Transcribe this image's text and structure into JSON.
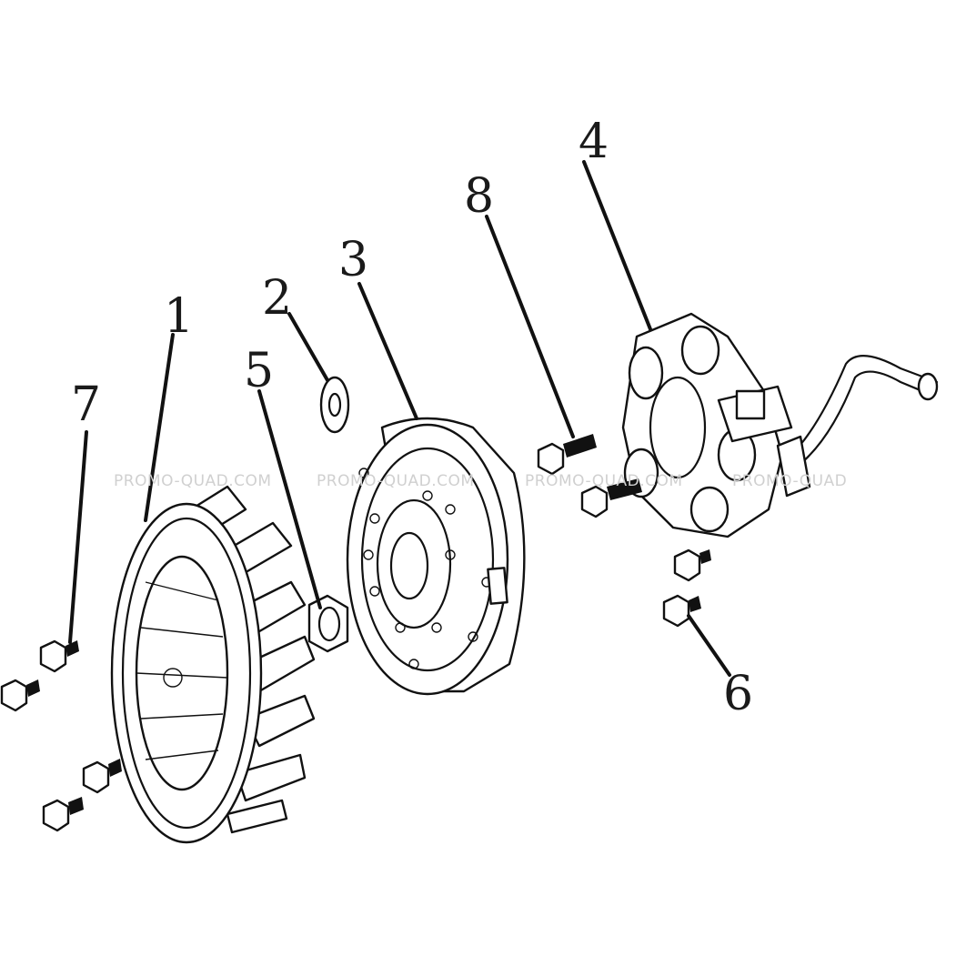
{
  "callouts": [
    {
      "id": "c1",
      "label": "1"
    },
    {
      "id": "c2",
      "label": "2"
    },
    {
      "id": "c3",
      "label": "3"
    },
    {
      "id": "c4",
      "label": "4"
    },
    {
      "id": "c5",
      "label": "5"
    },
    {
      "id": "c6",
      "label": "6"
    },
    {
      "id": "c7",
      "label": "7"
    },
    {
      "id": "c8",
      "label": "8"
    }
  ],
  "watermarks": [
    "PROMO-QUAD.COM",
    "PROMO-QUAD.COM",
    "PROMO-QUAD.COM",
    "PROMO-QUAD"
  ]
}
